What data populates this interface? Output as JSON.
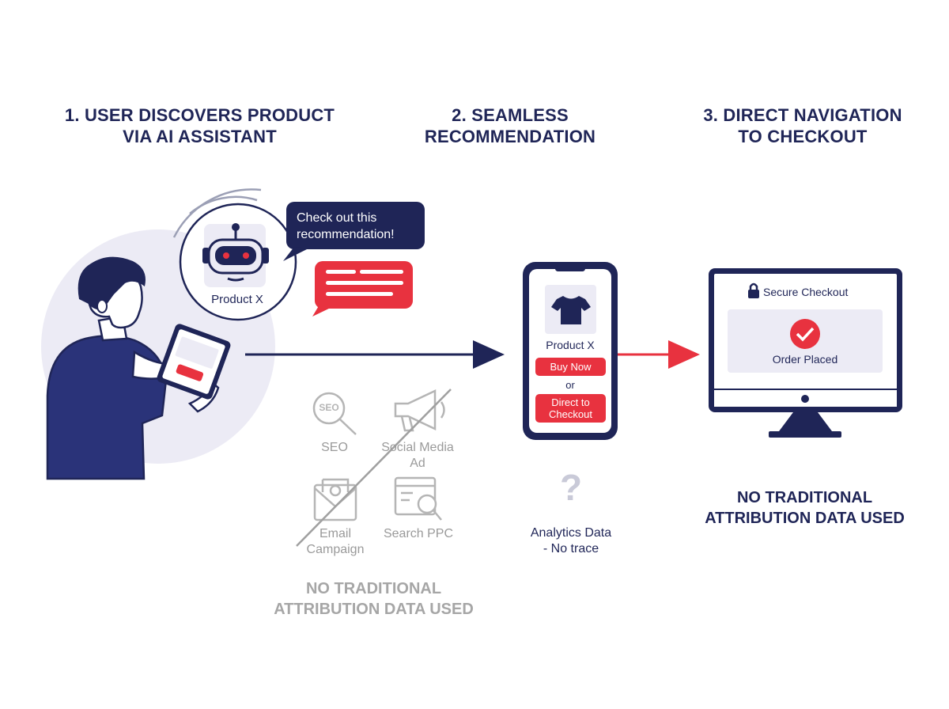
{
  "steps": [
    {
      "line1": "1. USER DISCOVERS PRODUCT",
      "line2": "VIA AI ASSISTANT"
    },
    {
      "line1": "2. SEAMLESS",
      "line2": "RECOMMENDATION"
    },
    {
      "line1": "3. DIRECT NAVIGATION",
      "line2": "TO CHECKOUT"
    }
  ],
  "assistant": {
    "bubble_line1": "Check out this",
    "bubble_line2": "recommendation!",
    "product_label": "Product X"
  },
  "channels": {
    "seo": "SEO",
    "social_line1": "Social Media",
    "social_line2": "Ad",
    "email_line1": "Email",
    "email_line2": "Campaign",
    "ppc": "Search PPC",
    "seo_badge": "SEO"
  },
  "left_footer": {
    "line1": "NO TRADITIONAL",
    "line2": "ATTRIBUTION DATA USED"
  },
  "phone": {
    "product_label": "Product X",
    "buy_now": "Buy Now",
    "or_text": "or",
    "direct_line1": "Direct to",
    "direct_line2": "Checkout"
  },
  "analytics": {
    "symbol": "?",
    "line1": "Analytics Data",
    "line2": "- No trace"
  },
  "checkout": {
    "title": "Secure Checkout",
    "status": "Order Placed"
  },
  "right_footer": {
    "line1": "NO TRADITIONAL",
    "line2": "ATTRIBUTION DATA USED"
  },
  "colors": {
    "navy": "#1f2557",
    "red": "#e8323f",
    "gray": "#9a9a9a",
    "lavender": "#ecebf5"
  }
}
